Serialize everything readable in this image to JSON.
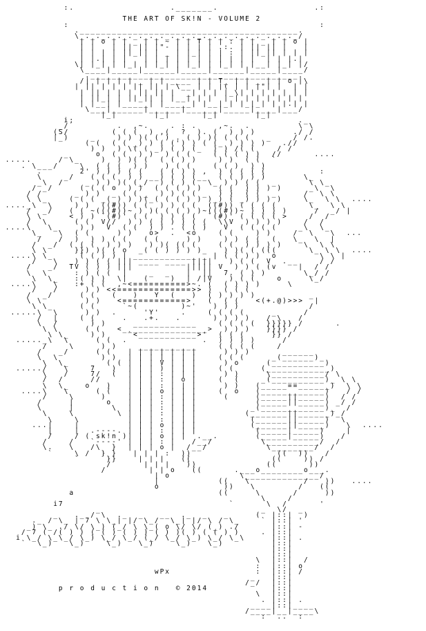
{
  "colors": {
    "background": "#ffffff",
    "foreground": "#000000"
  },
  "texts": {
    "title": "THE ART OF SK!N - VOLUME 2",
    "skin_tag": "sk!n",
    "credit_a": "a",
    "credit_i7": "i7",
    "credit_wpx": "wPx",
    "production": "p r o d u c t i o n",
    "copyright": "© 2014"
  },
  "ascii_art": {
    "header_lines": [
      "",
      "            :.                  ._______.                  .:",
      "",
      "                       THE ART OF SK!N - VOLUME 2",
      "            :                                               :",
      ""
    ],
    "logo_lines": [
      "              ._________________________________________.",
      "              \\_._._._._._._._._._._._._._._._._._._._._/",
      "               | | o | | _ | | ~ | | T | | : | | _ | | o |",
      "               | |   | || || |\"- | | | | .:. | || || |   |",
      "               | | | | ||_|| | _ | |_| | | : | ||_|| | | |",
      "               | |.| | |   | | | | | | | | | | |  | | |.|",
      "              \\| |_| | |_| | |_| | |_| | |_| | |__| |_| |/",
      "               \\____|_____|______|_____|______|_____|____/",
      "                ._______________________________________.",
      "               /| | | | | _ | | ____ | | T_ | | _ | | o |\\",
      "              | || | | | || || | \\__ | | |( | | |\"| |  | |",
      "               | || | | | || || |  _| | | |_\\| | | | | | |",
      "               | ||_| | ||_|| | |__| | |  | | | | | | | |",
      "               | |__| |_____| |_____| |__|_| |_|_| | |.| |",
      "                \\___|______|______|______|_____|____|___/",
      "                   |_|       |_|      |_|       |_|",
      ""
    ],
    "figure_lines": [
      "            i;                                          ._",
      "           _/         .  ,~.    . : .    ,~.  .         \\ \\",
      "          (S/        ( ( (  ) ,(  ?  ). (  ) ) )       ./ /",
      "          |_)    _    ) ) )( ( ) . ( ) )( ( ( (   _    / /.",
      "                ( (  ( ( _) ) ( (') ) ( (_ ) ) ) )   .//",
      "                 ) )  ) \\( ( _) ( ) (_  ) ) /( (    / /",
      "            _     o  ( (  ) )  ) ( (    ( ( ( ) )  //      ....",
      " .....     / \\_    )  ) )( (  ( ( ) )    ) )  ( (  `",
      "    . \\___/    \\  ( ( (  ) )   ) ( (    ( ( )  ) )",
      "       .       2' ) ) ) ( (   ( ( ) ) ,  ) ( ( ( (          :",
      "       \\    _/   ( ( (  ) ) __) ( ) (__  ( ( ) ) )       \\_",
      "       _\\  /    _ ) ) )( (_/  ) ( ) (  \\_ ) ) ( (  _      \\ \\_",
      "      / _/     ( ( ( o  ) )  ( ( ( ) )   ( (  ) ) ) )     _\\  \\",
      "     / /      _ ) )  _ ( ( _  ) ) ( ( _  ) )  ( (  _     /  \\ \\",
      "     \\ \\_    ( ( ( _(_) ) )(_( ( ( ) ) )_) ( _) ) ) )    \\_  \\ \\  ....",
      " ...._\\  \\    ) )  ((#)) ( (  ) ) ( (  ((#)) ( ( ( (      \\_  \\ \\",
      "     /  _/   ( ( ~(((#))~ ) )( ( ( ) )~(((#))~ ) ) ) )     /  _/ |",
      "     \\ \\     < ) ) `(#)' ( (  ) ) ( (  `(#)' ( ( ( ( >    /  /",
      "     /  \\     ( (  V//  ) ) ( ( ) ) ( (  \\\\V  ) ) ) )    /  /",
      " ....\\   \\_    ) )  V  ( (  ) ) . ( ( )   V  ( ( ( (    _\\  \\_",
      "      \\_   \\  ( (     ) )   o>  .  <o    ( (    ) )    /  \\   \\  ...",
      "       /   /  )  ) ) ( (   ( (     ) )    ) ) ( (  (   \\_  \\  |",
      "      /  _/  ( ( (  ) ) )   ) )( (( (    ( (  ) ) ) )    \\  \\ \\",
      "      \\ \\     }}) )( ( o  _( ( ) ) ) )_   ) )( ( (((      \\_ \\ \\  ....",
      "  ....\\ \\_     ( ( ) ) | ____________ _ | ( ( ) )  o        \\ \\ |",
      "      /   \\   ) ) ( ( ||| ____ ____ ||||   ) ( (  V  .__    / /",
      "     /   _/  TV ( ) ) |||          ||||| V  ) ) ( (v    |  / /",
      "     \\  \\     : ) ( (  |    _  _   |  ||  7. ( ) )       \\_/ /",
      "      \\  \\_   :( ) )  \\|   (    )  | /|V   ) ( (    o     \\_/",
      "  ....\\   \\   :+ ( (  ,~<==========>~. (  ( ) ) )     \\",
      "      /   /     ) ) <<==============>> )  ( ( (",
      "     /  _/     ( (   (   )   Y  (   )  ( ) ) ) )          _",
      "     \\ \\        ) )   <============>   (  ( (   <(+.@)>>>  |",
      "      \\ \\_     ( (     `~(        )~'   ) ) )             /",
      "  .....\\  \\     ) )  .     'Y'    .    ( ( ( (     _     /",
      "       /  |    ( (     .   .+.   .      ) ) ) )   / \\   /",
      "       \\  /      ) )     ____________    ( ( ( (  }}}}} /      .",
      "        \\ \\     ( (   <________________>  ) ) )   }}}} /",
      "         \\ \\_    ) )    `<___________>'  ( ( (     }} /",
      "   ....._\\  \\     ( (  .              .  ) ) ) )     /",
      "        /    \\     ) )    ___________    ( ( ( (    /",
      "       /   _/     ( (   | | | | | | |     ) ) )      ______",
      "       \\  \\        ) )  | | | | | | |    ( ( (     _(______)_",
      "        \\  \\_       ( ( | | | V | | |     ) o     (__________)",
      "   ...../   \\    7   )  | | | ) | | |    ( (     (____________)",
      "        \\   /    7/  (  | | | : | | |     ) )     \\__________/ \\",
      "        /  /     //     | | | : | o |    (  (    _(__________)_ \\ \\",
      "        \\  \\_   o   )   | | | : | | |     ) )   (_____==______)  \\ \\",
      "    ....\\   \\     ( (   | | | o | | |    (  o   (____________)   / /",
      "        /    \\     )    | | | : | | |     (     (_____||_____)  / /",
      "       /     |      o   | | | : | | |           (_____||_____) _/ /",
      "       \\     |       \\  | | | : | | |          _(____________)_  /",
      "        \\    \\        \\ | | | : | | |         (_______||______)_/",
      "         \\    \\         | | | : | | |          (______||_____)  \\",
      "      ...|    |         | | | o | | |          (______||_____)   \\  ....",
      "         |    |  .----. | | | : | | |           (_____|_____)    |",
      "         /    / ( sk!n )| | | o | |  .__.       (_____|_____)   /",
      "        /    /   `----' | | | : |   /__/         \\__________/  /",
      "        \\.   \\   /\\  }  | | | o |  /__/           \\________/  /",
      "         `    \\ /  } }   | | | :  ))                ((  ))   /",
      "              `     }}    | | |   ((               ((    )) /",
      "                    /      | | |   ))             ((      ))",
      "                   /        | | o   ((      .___o________o___.",
      "                             | o             \\______________/",
      "                             |           ((   \\          /   ))   ....",
      "                             o            ))   \\        /   ((",
      "             a                           ((     \\      /     ))",
      "                                                 \\    /",
      "          i7                               `      \\  /      '"
    ],
    "footer_lines": [
      "                  _                              _  \\/  _",
      "          _   ._ / \\  ._  _   __  ._  _   _     (  |::|  )",
      "      ._ / \\_ | 7 \\ \\_| |/ \\_/  \\_| |/ \\ / \\_    ` |::| '",
      "     _) \\_ ./ \\/ \\_) (_/ \\ \\_( o \\/ \\/ (_) ./      |::| -",
      "    / 7 ( /( ) ) ( ( ) ( ) ) ( ) )( ) ( ( ) )    . |::|",
      "   i \\_/ \\_\\_/ \\_) \\_/ \\_/ (_/ \\_/ \\_) \\_/ \\_\\     |::| .",
      "    `  \\_)   \\_)    \\_)   \\_)    \\_)   \\_)         |::|",
      "                                                   |::|",
      "                                                   |::|",
      "                                                \\  |::|  /",
      "                                                :  |::| o",
      "                             wPx                :  |::| /",
      "                                               _   |::|",
      "                                              /_/  |::|",
      "           p r o d u c t i o n   © 2014            |::|",
      "                                                \\  |::|",
      "                                                 . |::| .",
      "                                               ____|::|____",
      "                                              /____|__|____\\",
      "                                                 :  ..  :"
    ]
  }
}
